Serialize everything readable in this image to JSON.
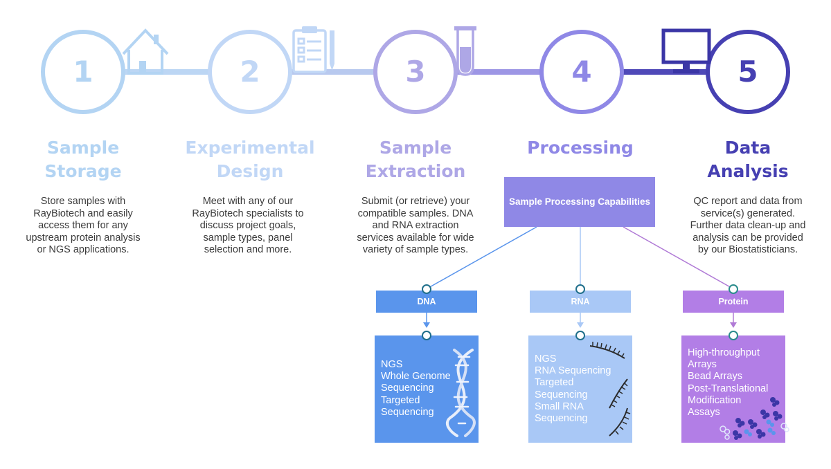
{
  "steps": [
    {
      "number": "1",
      "title_line1": "Sample",
      "title_line2": "Storage",
      "description": [
        "Store samples with",
        "RayBiotech and easily",
        "access them for any",
        "upstream protein analysis",
        "or NGS applications."
      ],
      "color": "#b3d4f3",
      "icon": "house-icon"
    },
    {
      "number": "2",
      "title_line1": "Experimental",
      "title_line2": "Design",
      "description": [
        "Meet with any of our",
        "RayBiotech specialists to",
        "discuss project goals,",
        "sample types, panel",
        "selection and more."
      ],
      "color": "#c1d7f6",
      "icon": "clipboard-checklist-icon"
    },
    {
      "number": "3",
      "title_line1": "Sample",
      "title_line2": "Extraction",
      "description": [
        "Submit (or retrieve) your",
        "compatible samples. DNA",
        "and RNA extraction",
        "services available for wide",
        "variety of sample types."
      ],
      "color": "#aea7e6",
      "icon": "test-tube-icon"
    },
    {
      "number": "4",
      "title_line1": "Processing",
      "title_line2": "",
      "description": [],
      "color": "#8f88e6",
      "icon": ""
    },
    {
      "number": "5",
      "title_line1": "Data",
      "title_line2": "Analysis",
      "description": [
        "QC report and data from",
        "service(s) generated.",
        "Further data clean-up and",
        "analysis can be provided",
        "by our Biostatisticians."
      ],
      "color": "#4640b2",
      "icon": "computer-monitor-icon"
    }
  ],
  "capabilities": {
    "label": "Sample Processing Capabilities",
    "color": "#8f88e6",
    "branches": [
      {
        "name": "DNA",
        "bar_color": "#5a95ec",
        "box_color": "#5a95ec",
        "line_color": "#5a95ec",
        "items": [
          "NGS",
          "Whole Genome",
          "Sequencing",
          "Targeted",
          "Sequencing"
        ],
        "icon": "dna-helix-icon"
      },
      {
        "name": "RNA",
        "bar_color": "#a9c8f6",
        "box_color": "#a9c8f6",
        "line_color": "#a9c8f6",
        "items": [
          "NGS",
          "RNA Sequencing",
          "Targeted",
          "Sequencing",
          "Small RNA",
          "Sequencing"
        ],
        "icon": "rna-strand-icon"
      },
      {
        "name": "Protein",
        "bar_color": "#b27ee6",
        "box_color": "#b27ee6",
        "line_color": "#b07ad6",
        "items": [
          "High-throughput",
          "Arrays",
          "Bead Arrays",
          "Post-Translational",
          "Modification",
          "Assays"
        ],
        "icon": "protein-molecules-icon"
      }
    ]
  }
}
